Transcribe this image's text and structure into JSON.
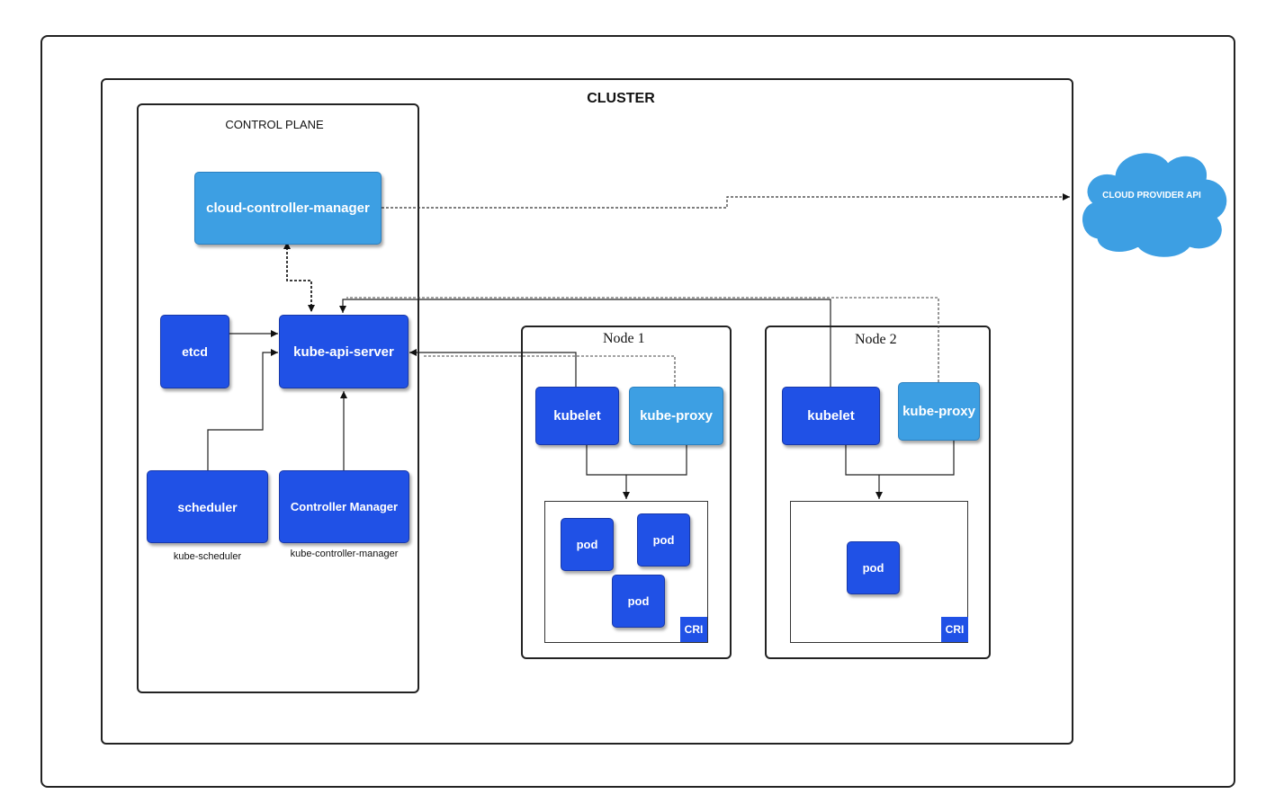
{
  "cluster_title": "CLUSTER",
  "control_plane_title": "CONTROL PLANE",
  "components": {
    "cloud_controller_manager": "cloud-controller-manager",
    "etcd": "etcd",
    "kube_api_server": "kube-api-server",
    "scheduler": "scheduler",
    "scheduler_sub": "kube-scheduler",
    "controller_manager": "Controller Manager",
    "controller_manager_sub": "kube-controller-manager"
  },
  "cloud_provider": "CLOUD PROVIDER API",
  "nodes": [
    {
      "title": "Node 1",
      "kubelet": "kubelet",
      "kube_proxy": "kube-proxy",
      "pods": [
        "pod",
        "pod",
        "pod"
      ],
      "cri": "CRI"
    },
    {
      "title": "Node 2",
      "kubelet": "kubelet",
      "kube_proxy": "kube-proxy",
      "pods": [
        "pod"
      ],
      "cri": "CRI"
    }
  ],
  "colors": {
    "component_dark": "#2051e6",
    "component_light": "#3d9fe3",
    "cloud": "#3d9fe3",
    "border": "#222222"
  }
}
